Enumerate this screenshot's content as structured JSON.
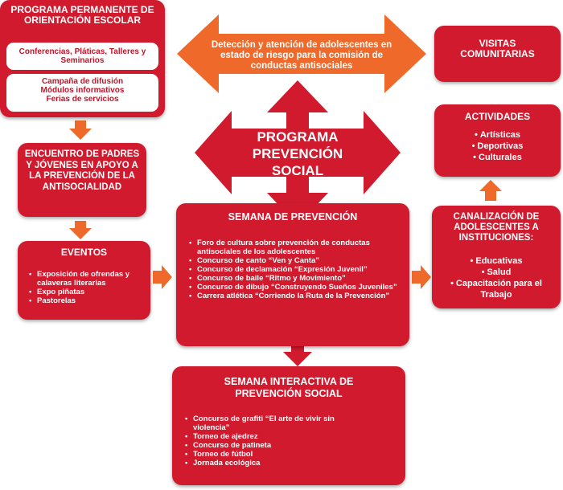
{
  "programa_permanente": {
    "title": "PROGRAMA PERMANENTE DE ORIENTACIÓN ESCOLAR",
    "pill1": "Conferencias, Pláticas, Talleres y Seminarios",
    "pill2_lines": [
      "Campaña de difusión",
      "Módulos informativos",
      "Ferias de servicios"
    ]
  },
  "deteccion": {
    "text": "Detección y atención de adolescentes en estado de riesgo para la comisión de conductas antisociales"
  },
  "visitas": {
    "title": "VISITAS COMUNITARIAS"
  },
  "actividades": {
    "title": "ACTIVIDADES",
    "items": [
      "Artísticas",
      "Deportivas",
      "Culturales"
    ]
  },
  "programa_central": {
    "lines": [
      "PROGRAMA",
      "PREVENCIÓN",
      "SOCIAL"
    ]
  },
  "encuentro": {
    "title": "ENCUENTRO DE PADRES Y JÓVENES EN APOYO A LA PREVENCIÓN DE LA ANTISOCIALIDAD"
  },
  "eventos": {
    "title": "EVENTOS",
    "items": [
      "Exposición de ofrendas y calaveras literarias",
      "Expo piñatas",
      "Pastorelas"
    ]
  },
  "semana_prevencion": {
    "title": "SEMANA DE PREVENCIÓN",
    "items": [
      "Foro de cultura sobre prevención de conductas antisociales de los adolescentes",
      "Concurso de canto “Ven y Canta”",
      "Concurso de declamación “Expresión Juvenil”",
      "Concurso de baile “Ritmo y Movimiento”",
      "Concurso de dibujo “Construyendo Sueños Juveniles”",
      "Carrera atlética “Corriendo la Ruta de la Prevención”"
    ]
  },
  "canalizacion": {
    "title": "CANALIZACIÓN DE ADOLESCENTES A INSTITUCIONES:",
    "items": [
      "Educativas",
      "Salud",
      "Capacitación para el Trabajo"
    ]
  },
  "semana_interactiva": {
    "title": "SEMANA INTERACTIVA DE PREVENCIÓN SOCIAL",
    "items": [
      "Concurso de grafiti “El arte de vivir sin violencia”",
      "Torneo de ajedrez",
      "Concurso de patineta",
      "Torneo de fútbol",
      "Jornada ecológica"
    ]
  },
  "colors": {
    "red": "#d11a2e",
    "orange": "#ef6a2a",
    "white": "#ffffff"
  }
}
